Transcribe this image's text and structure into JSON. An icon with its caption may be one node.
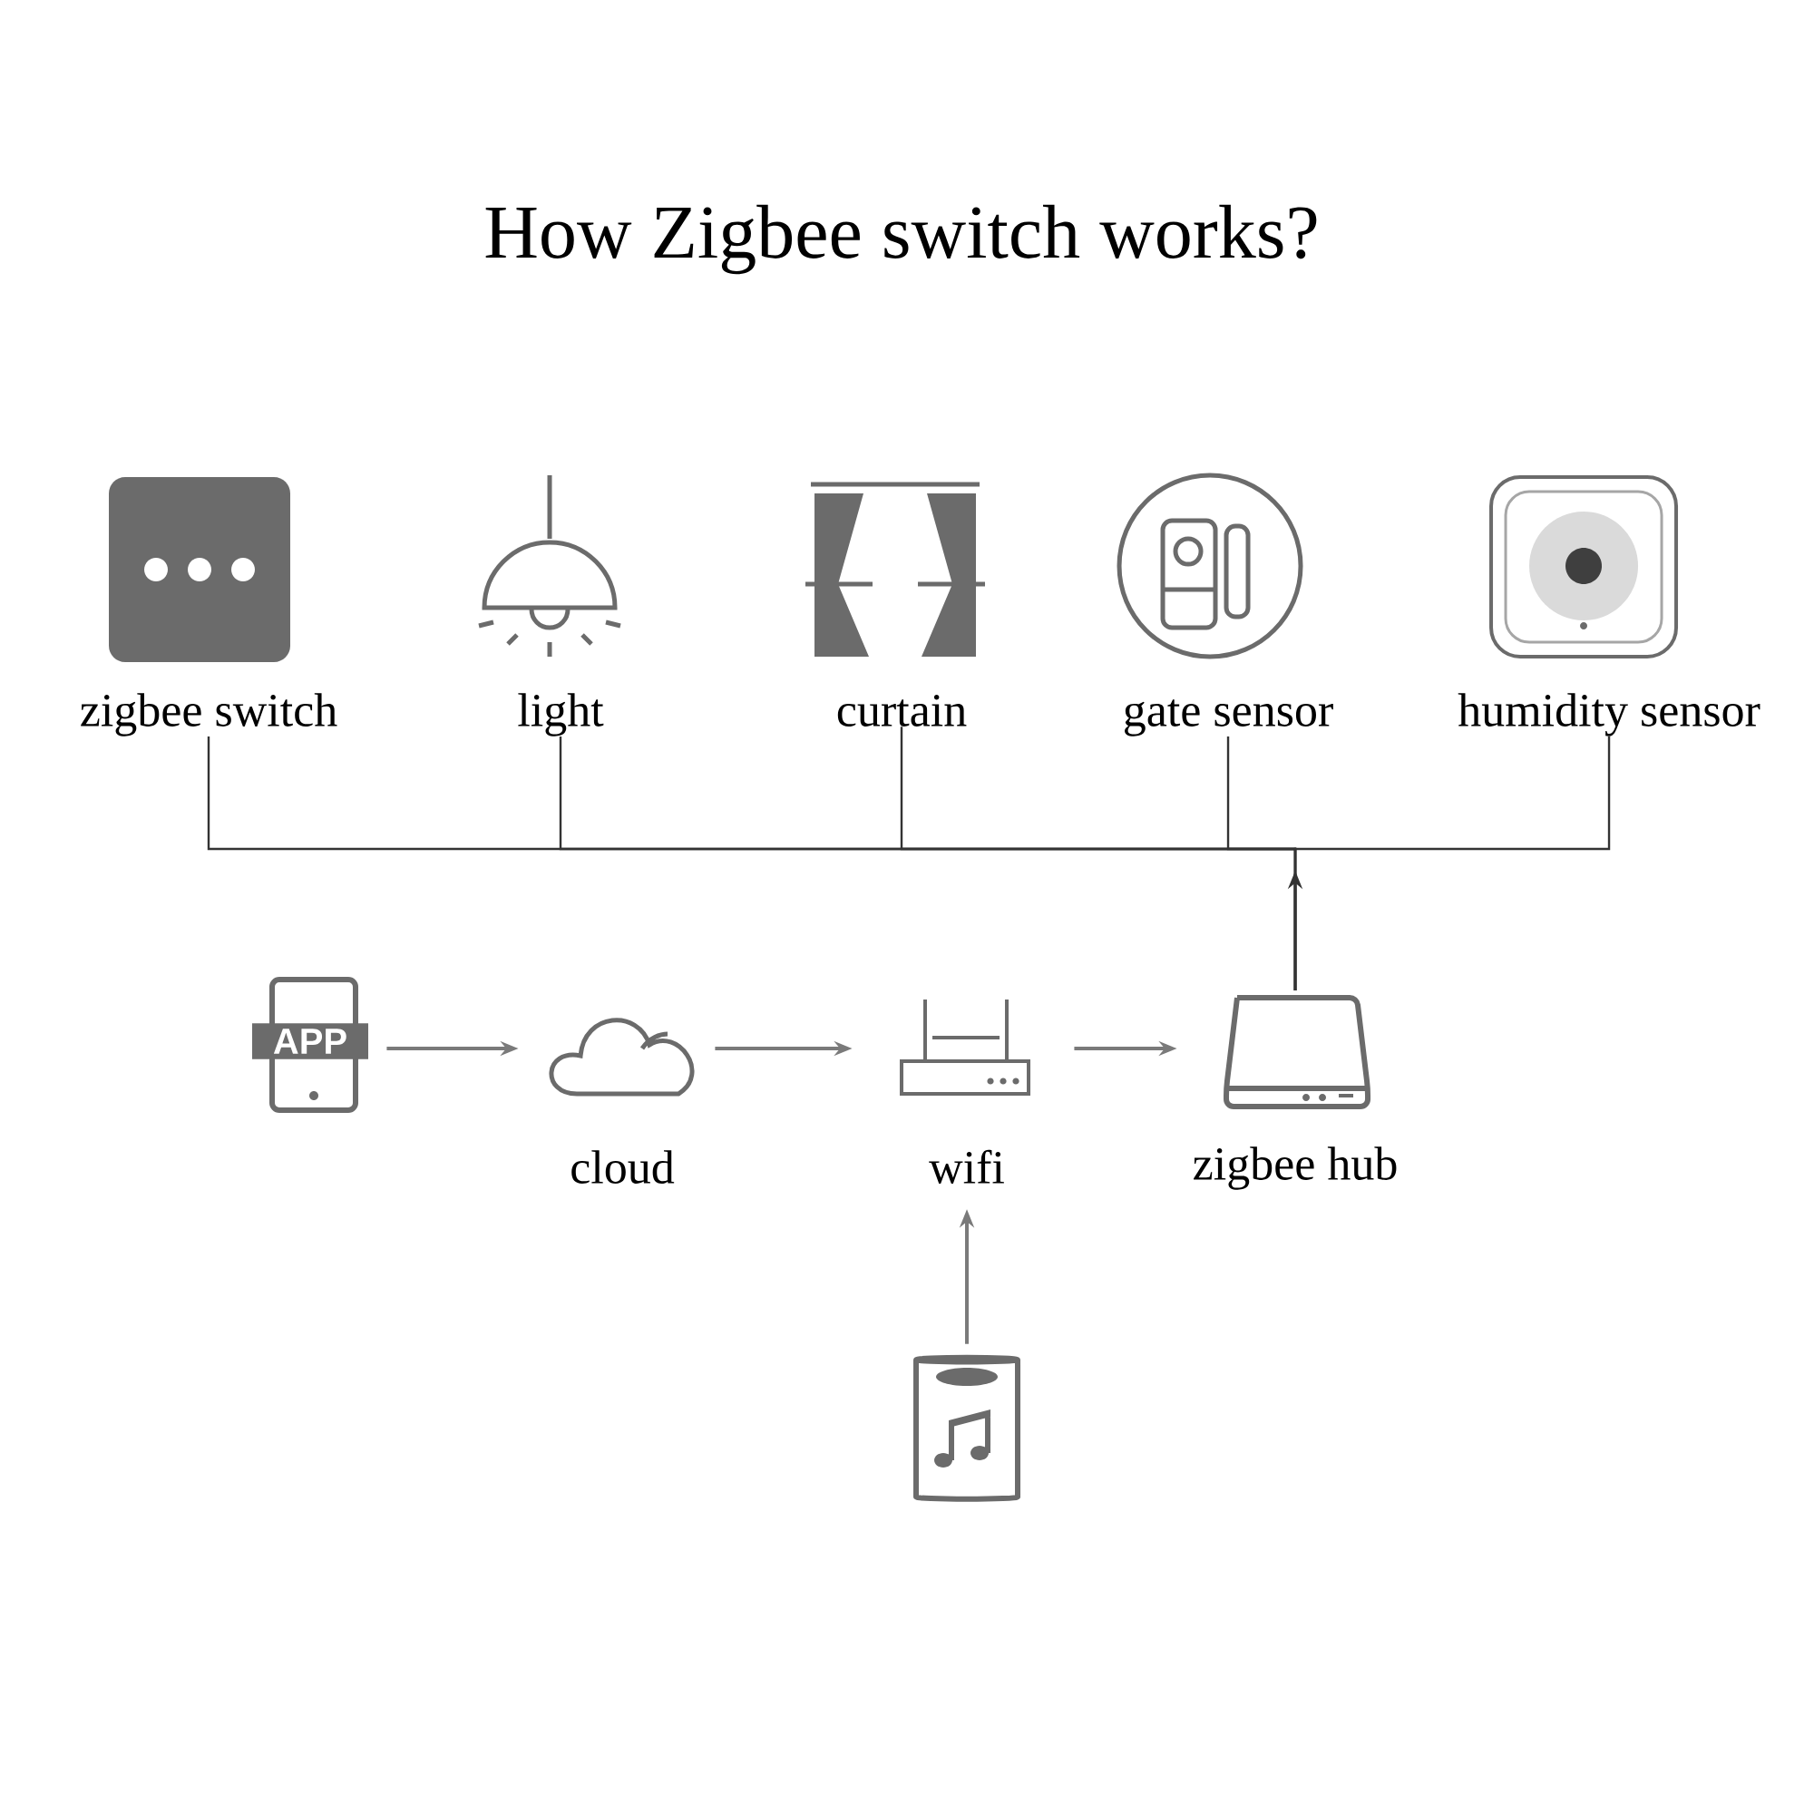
{
  "diagram": {
    "title": "How Zigbee switch works?",
    "nodes": [
      {
        "text": [
          "zigbee switch"
        ]
      },
      {
        "text": [
          "light"
        ]
      },
      {
        "text": [
          "curtain"
        ]
      },
      {
        "text": [
          "gate sensor"
        ]
      },
      {
        "text": [
          "humidity sensor"
        ]
      },
      {
        "text": [
          "APP"
        ]
      },
      {
        "text": [
          "cloud"
        ]
      },
      {
        "text": [
          "wifi"
        ]
      },
      {
        "text": [
          "zigbee hub"
        ]
      },
      {
        "text": [],
        "shape": "cylinder"
      }
    ],
    "edges": [
      {
        "from": 5,
        "to": 6,
        "arrow": "to",
        "color": "#7a7a7a"
      },
      {
        "from": 6,
        "to": 7,
        "arrow": "to",
        "color": "#7a7a7a"
      },
      {
        "from": 7,
        "to": 8,
        "arrow": "to",
        "color": "#7a7a7a"
      },
      {
        "from": 9,
        "to": 7,
        "arrow": "to",
        "color": "#7a7a7a"
      },
      {
        "from": 8,
        "to": null,
        "arrow": "to"
      },
      {
        "from": 8,
        "to": 0,
        "arrow": "none"
      },
      {
        "from": 8,
        "to": 1,
        "arrow": "none"
      },
      {
        "from": 8,
        "to": 2,
        "arrow": "none"
      },
      {
        "from": 8,
        "to": 3,
        "arrow": "none"
      },
      {
        "from": 8,
        "to": 4,
        "arrow": "none"
      }
    ]
  }
}
